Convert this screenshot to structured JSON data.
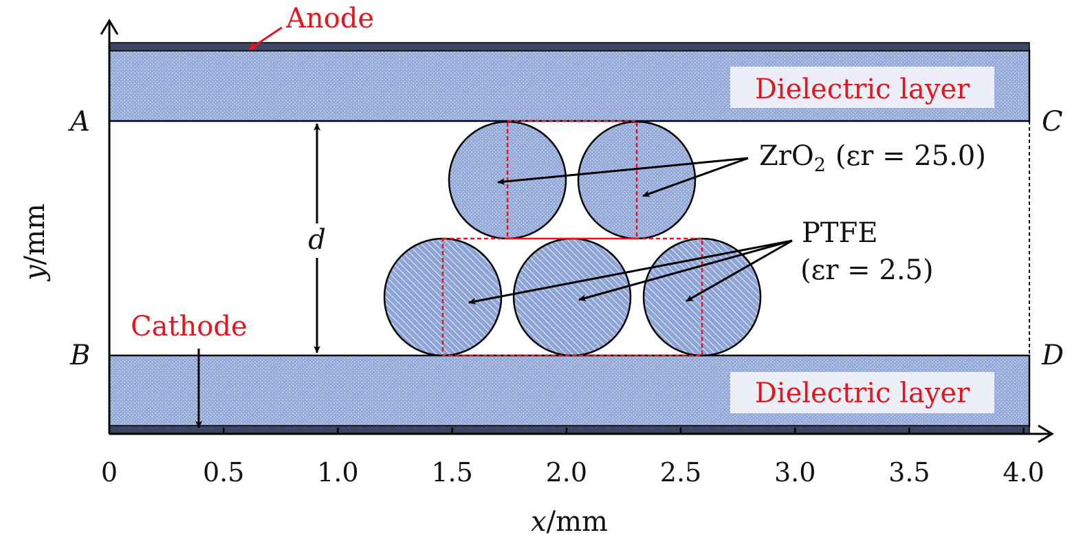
{
  "labels": {
    "anode": "Anode",
    "cathode": "Cathode",
    "dielectric_top": "Dielectric layer",
    "dielectric_bottom": "Dielectric layer",
    "corner_a": "A",
    "corner_b": "B",
    "corner_c": "C",
    "corner_d": "D",
    "gap": "d",
    "zro2_material": "ZrO",
    "zro2_subscript": "2",
    "zro2_permittivity": "(εr = 25.0)",
    "ptfe_material": "PTFE",
    "ptfe_permittivity": "(εr = 2.5)"
  },
  "axes": {
    "x_var": "x",
    "x_unit": "/mm",
    "y_var": "y",
    "y_unit": "/mm",
    "x_ticks": [
      "0",
      "0.5",
      "1.0",
      "1.5",
      "2.0",
      "2.5",
      "3.0",
      "3.5",
      "4.0"
    ]
  },
  "colors": {
    "fill_blue": "#8fa6d6",
    "electrode": "#3a4663",
    "label_red": "#e8141b",
    "outline": "#000000"
  }
}
